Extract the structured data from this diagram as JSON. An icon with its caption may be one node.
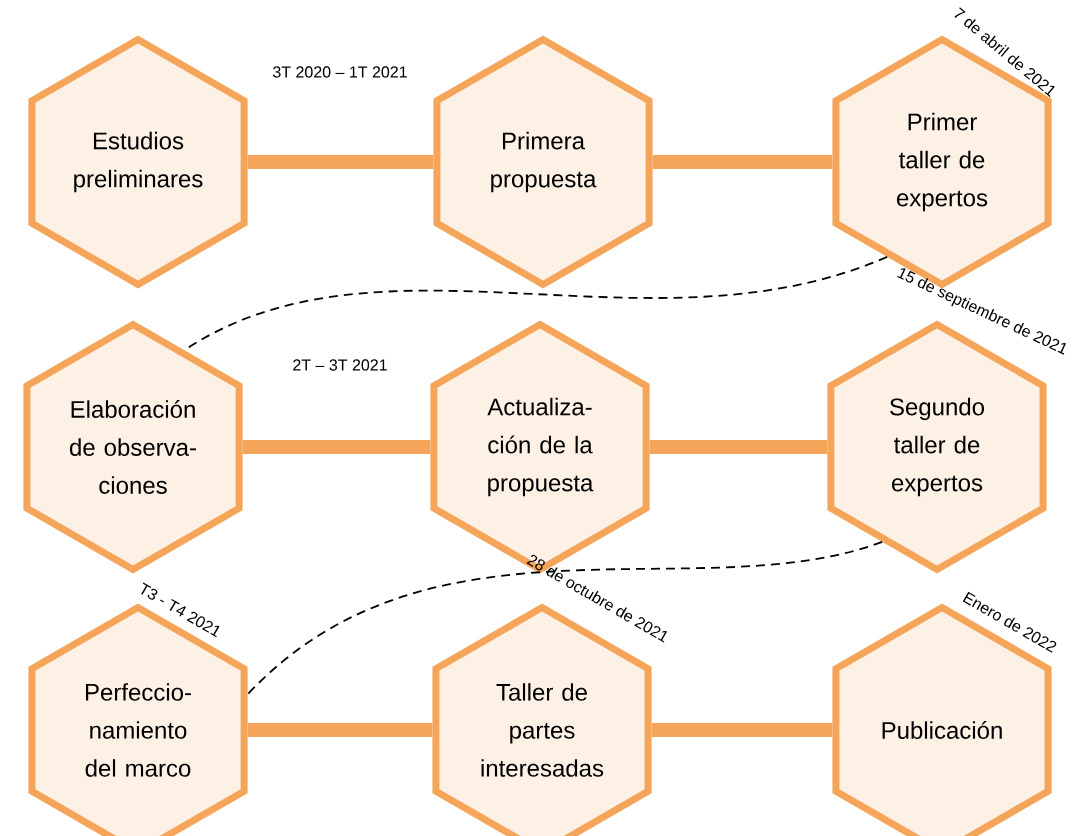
{
  "diagram": {
    "nodes": [
      {
        "text": [
          "Estudios preliminares"
        ],
        "beside": [
          "3T 2020 – 1T 2021"
        ]
      },
      {
        "text": [
          "Primera propuesta"
        ]
      },
      {
        "text": [
          "Primer taller de expertos"
        ],
        "beside": [
          "7 de abril de 2021"
        ]
      },
      {
        "text": [
          "Elaboración de observa- ciones"
        ],
        "beside": [
          "2T – 3T 2021"
        ]
      },
      {
        "text": [
          "Actualiza- ción de la propuesta"
        ]
      },
      {
        "text": [
          "Segundo taller de expertos"
        ],
        "beside": [
          "15 de septiembre de 2021"
        ]
      },
      {
        "text": [
          "Perfeccio- namiento del marco"
        ],
        "beside": [
          "T3 - T4 2021"
        ]
      },
      {
        "text": [
          "Taller de partes interesadas"
        ],
        "beside": [
          "28 de octubre de 2021"
        ]
      },
      {
        "text": [
          "Publicación"
        ],
        "beside": [
          "Enero de 2022"
        ]
      }
    ],
    "edges": [
      {
        "from": 0,
        "to": 1,
        "arrow": "none"
      },
      {
        "from": 1,
        "to": 2,
        "arrow": "none"
      },
      {
        "from": 2,
        "to": 3,
        "arrow": "none",
        "style": "dashed",
        "color": "#000000"
      },
      {
        "from": 3,
        "to": 4,
        "arrow": "none"
      },
      {
        "from": 4,
        "to": 5,
        "arrow": "none"
      },
      {
        "from": 5,
        "to": 6,
        "arrow": "none",
        "style": "dashed",
        "color": "#000000"
      },
      {
        "from": 6,
        "to": 7,
        "arrow": "none"
      },
      {
        "from": 7,
        "to": 8,
        "arrow": "none"
      }
    ]
  }
}
